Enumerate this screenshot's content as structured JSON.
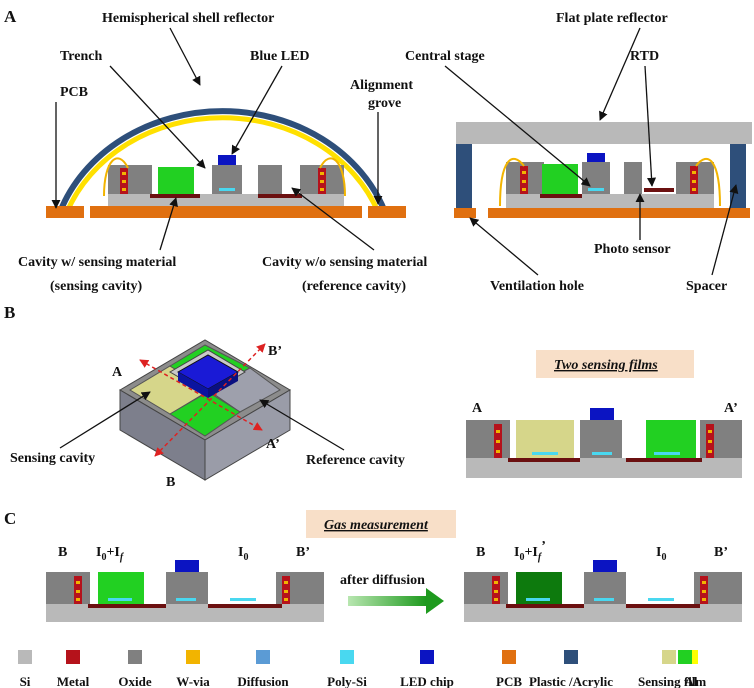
{
  "panels": {
    "a": "A",
    "b": "B",
    "c": "C"
  },
  "panel_a": {
    "hemispherical": "Hemispherical  shell reflector",
    "flat": "Flat plate reflector",
    "trench": "Trench",
    "blue_led": "Blue LED",
    "central_stage": "Central stage",
    "rtd": "RTD",
    "pcb": "PCB",
    "alignment1": "Alignment",
    "alignment2": "grove",
    "photo_sensor": "Photo  sensor",
    "cavity_with1": "Cavity w/  sensing material",
    "cavity_with2": "(sensing cavity)",
    "cavity_without1": "Cavity w/o sensing material",
    "cavity_without2": "(reference cavity)",
    "ventilation": "Ventilation  hole",
    "spacer": "Spacer"
  },
  "panel_b": {
    "a": "A",
    "a_prime": "A’",
    "b": "B",
    "b_prime": "B’",
    "sensing_cavity": "Sensing cavity",
    "reference_cavity": "Reference cavity",
    "two_films": "Two sensing films",
    "sec_a": "A",
    "sec_a_prime": "A’"
  },
  "panel_c": {
    "gas": "Gas measurement",
    "b_left": "B",
    "i0if": "I",
    "i0if_sub0": "0",
    "i0if_plus": "+I",
    "i0if_subf": "f",
    "i0": "I",
    "i0_sub": "0",
    "b_prime_left": "B’",
    "after": "after diffusion",
    "b_right": "B",
    "i0if2": "I",
    "i0if2_sub0": "0",
    "i0if2_plus": "+I",
    "i0if2_subf": "f",
    "i0if2_prime": "’",
    "i0_right": "I",
    "i0_right_sub": "0",
    "b_prime_right": "B’"
  },
  "legend": [
    {
      "label": "Si",
      "color": "#b9b9b9"
    },
    {
      "label": "Metal",
      "color": "#b5121b"
    },
    {
      "label": "Oxide",
      "color": "#808080"
    },
    {
      "label": "W-via",
      "color": "#f2b400"
    },
    {
      "label": "Diffusion",
      "color": "#5b9bd5"
    },
    {
      "label": "Poly-Si",
      "color": "#49d8f0"
    },
    {
      "label": "LED  chip",
      "color": "#0b14c2"
    },
    {
      "label": "PCB",
      "color": "#e07010"
    },
    {
      "label": "Plastic /Acrylic",
      "color": "#2e4f7a"
    },
    {
      "label": "Al",
      "color": "#ffff00"
    },
    {
      "label": "Sensing film",
      "color": "#d6d68a",
      "color2": "#22d022"
    }
  ]
}
